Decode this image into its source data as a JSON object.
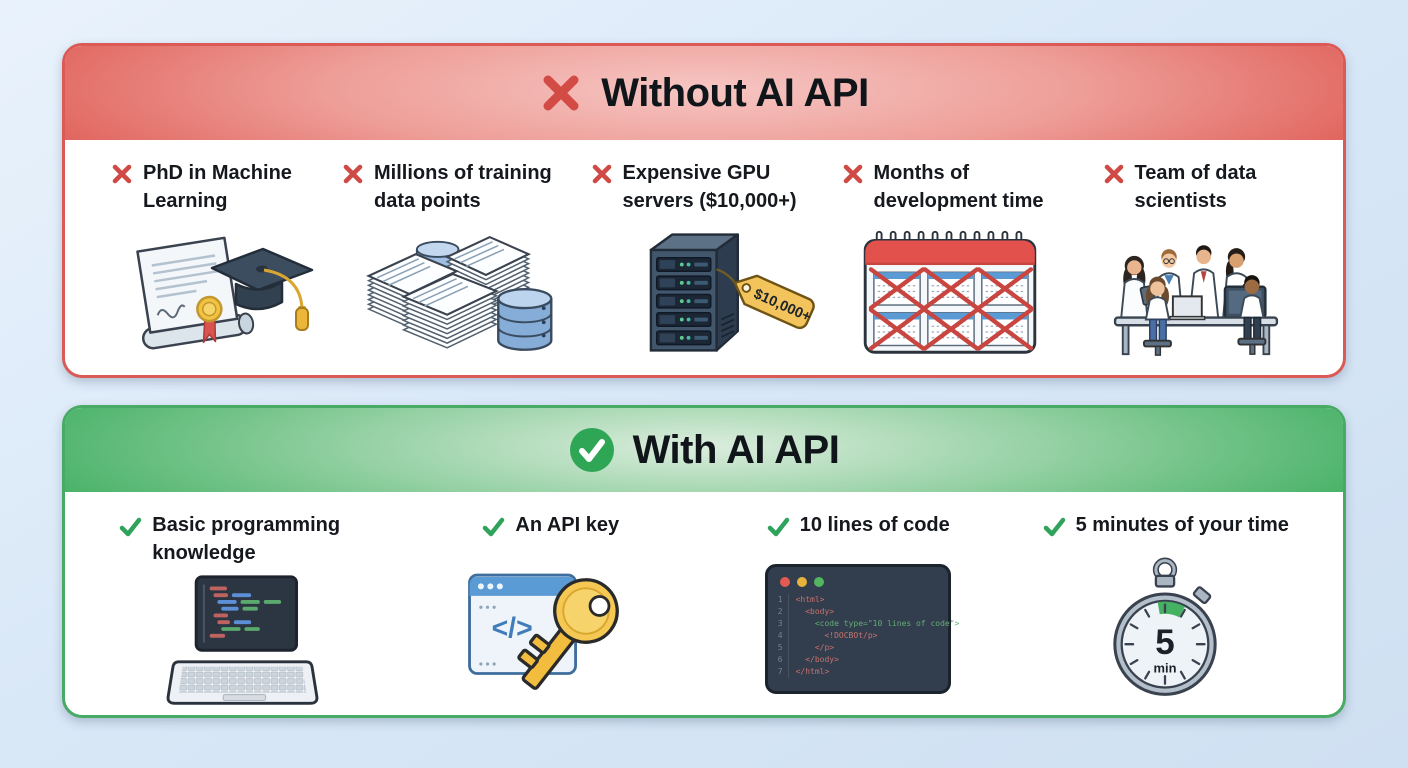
{
  "without_panel": {
    "title": "Without AI API",
    "header_color": "#dd564f",
    "border_color": "#db5a55",
    "cross_color": "#cf4a45",
    "items": [
      {
        "label": "PhD in Machine Learning",
        "icon": "diploma-icon"
      },
      {
        "label": "Millions of training data points",
        "icon": "training-data-icon"
      },
      {
        "label": "Expensive GPU servers ($10,000+)",
        "icon": "gpu-server-icon"
      },
      {
        "label": "Months of development time",
        "icon": "calendar-icon"
      },
      {
        "label": "Team of data scientists",
        "icon": "team-icon"
      }
    ],
    "price_tag": "$10,000+"
  },
  "with_panel": {
    "title": "With AI API",
    "header_color": "#3fae60",
    "border_color": "#47aa65",
    "check_color": "#2fa25b",
    "items": [
      {
        "label": "Basic programming knowledge",
        "icon": "laptop-code-icon"
      },
      {
        "label": "An API key",
        "icon": "api-key-icon"
      },
      {
        "label": "10 lines of code",
        "icon": "code-editor-icon"
      },
      {
        "label": "5 minutes of your time",
        "icon": "stopwatch-icon"
      }
    ],
    "api_window_glyph": "</>",
    "code_editor": {
      "lines": [
        {
          "num": "1",
          "code": "<html>"
        },
        {
          "num": "2",
          "code": "  <body>"
        },
        {
          "num": "3",
          "code": "    <code type=\"10 lines of code\">"
        },
        {
          "num": "4",
          "code": "      <!DOCBOt/p>"
        },
        {
          "num": "5",
          "code": "    </p>"
        },
        {
          "num": "6",
          "code": "  </body>"
        },
        {
          "num": "7",
          "code": "</html>"
        }
      ]
    },
    "stopwatch": {
      "value": "5",
      "unit": "min"
    }
  }
}
